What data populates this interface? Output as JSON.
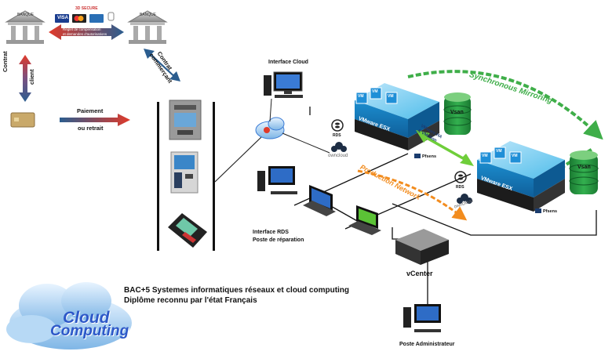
{
  "bank": {
    "label": "BANQUE"
  },
  "payment_header": {
    "secure_text": "3D SECURE",
    "cards": [
      "VISA",
      "",
      ""
    ]
  },
  "arrows": {
    "reglement_line1": "Règlet de compensation",
    "reglement_line2": "et demandes d'autorisations",
    "contrat_client_1": "Contrat",
    "contrat_client_2": "client",
    "contrat_commercant_1": "Contrat",
    "contrat_commercant_2": "commerçant",
    "paiement_1": "Paiement",
    "paiement_2": "ou retrait"
  },
  "network": {
    "interface_cloud": "Interface Cloud",
    "synchronous_mirroring": "Synchronous Mirroring",
    "vm": "VM",
    "vmware_esx": "VMware ESX",
    "vsan": "Vsan",
    "pfsens": "Pfsens",
    "rds": "RDS",
    "owncloud": "owncloud",
    "vmware_ha_line1": "VMware HA",
    "vmware_ha_line2": "& VMotion",
    "production_network": "Production Network",
    "interface_rds": "Interface RDS",
    "poste_reparation": "Poste de réparation",
    "vcenter": "vCenter",
    "poste_admin": "Poste Administrateur"
  },
  "footer": {
    "line1": "BAC+5 Systemes informatiques réseaux et cloud computing",
    "line2": "Diplôme reconnu par l'état Français",
    "logo_word1": "Cloud",
    "logo_word2": "Computing"
  },
  "colors": {
    "arrow_red": "#e03a2a",
    "arrow_blue": "#2b5d8f",
    "mirror_green": "#3fae49",
    "production_orange": "#f28c1e",
    "server_blue": "#1f9bd7",
    "vsan_green": "#1f8a3a"
  }
}
